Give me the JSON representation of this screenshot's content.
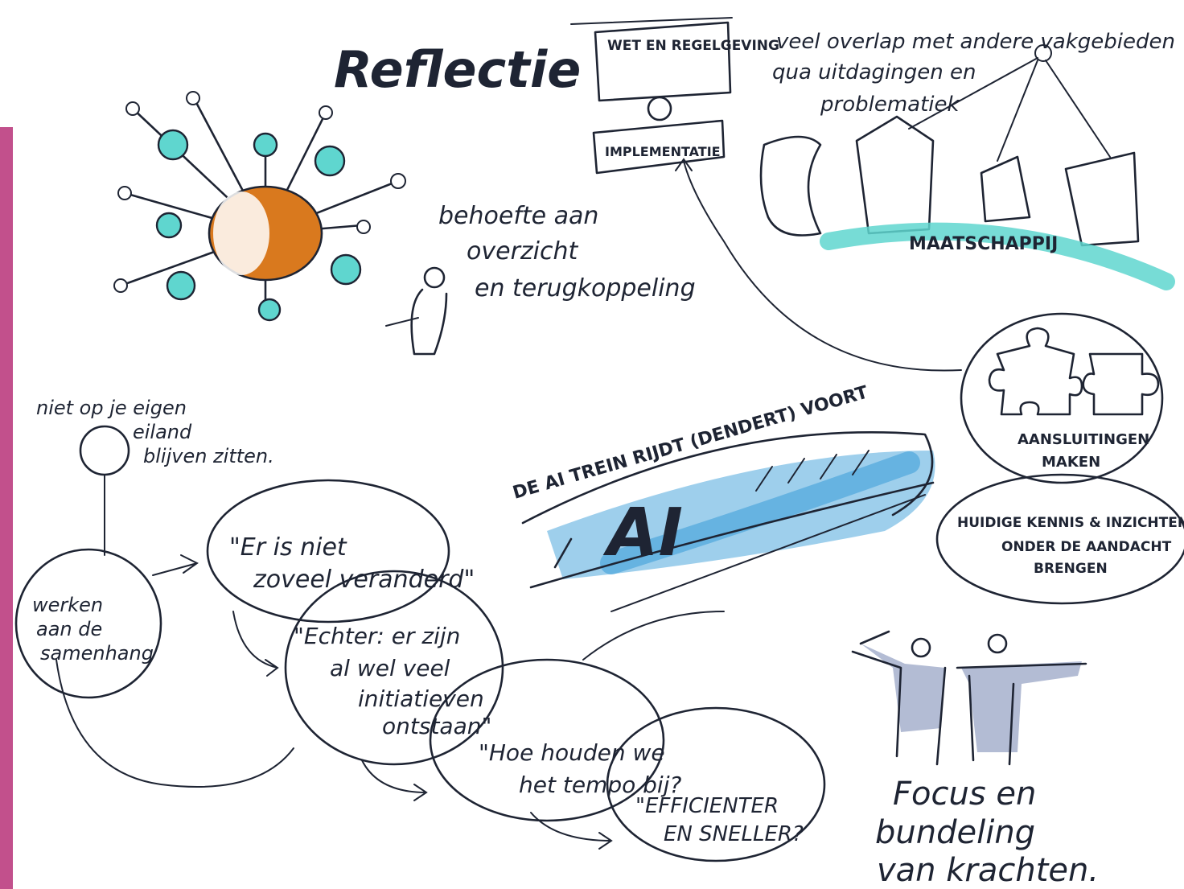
{
  "colors": {
    "ink": "#1e2433",
    "accent_bar": "#c2508c",
    "orange": "#d9791e",
    "teal": "#5fd6cf",
    "blue": "#4fa7dd",
    "grey_blue": "#9aa6c6"
  },
  "title": "Reflectie",
  "wet_box": "WET EN REGELGEVING",
  "impl_box": "IMPLEMENTATIE",
  "overlap_text": [
    "veel overlap met andere vakgebieden",
    "qua uitdagingen en",
    "problematiek"
  ],
  "maatschappij": "MAATSCHAPPIJ",
  "behoefte": [
    "behoefte aan",
    "overzicht",
    "en terugkoppeling"
  ],
  "eiland": [
    "niet op je eigen",
    "eiland",
    "blijven zitten."
  ],
  "samenhang": [
    "werken",
    "aan de",
    "samenhang"
  ],
  "quote1": [
    "\"Er is niet",
    "zoveel veranderd\""
  ],
  "quote2": [
    "\"Echter: er zijn",
    "al wel veel",
    "initiatieven",
    "ontstaan\""
  ],
  "quote3": [
    "\"Hoe houden we",
    "het tempo bij?"
  ],
  "quote4": [
    "\"EFFICIENTER",
    "EN SNELLER?"
  ],
  "trein": "DE AI TREIN RIJDT (DENDERT) VOORT",
  "ai": "AI",
  "aansluitingen": [
    "AANSLUITINGEN",
    "MAKEN"
  ],
  "kennis": [
    "HUIDIGE KENNIS & INZICHTEN",
    "ONDER DE AANDACHT",
    "BRENGEN"
  ],
  "focus": [
    "Focus en",
    "bundeling",
    "van krachten."
  ]
}
